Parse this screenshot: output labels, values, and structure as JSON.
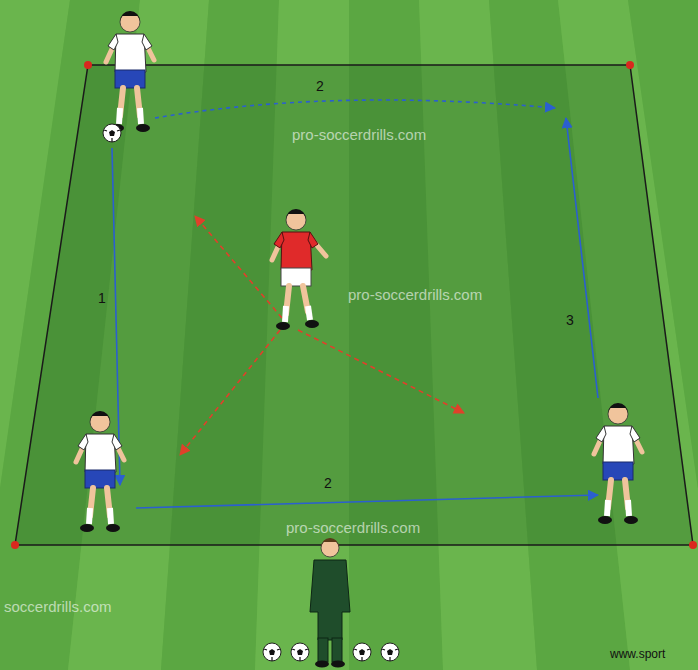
{
  "diagram": {
    "labels": [
      "2",
      "pro-soccerdrills.com",
      "1",
      "pro-soccerdrills.com",
      "3",
      "2",
      "pro-soccerdrills.com",
      "soccerdrills.com",
      "www.sport"
    ]
  }
}
